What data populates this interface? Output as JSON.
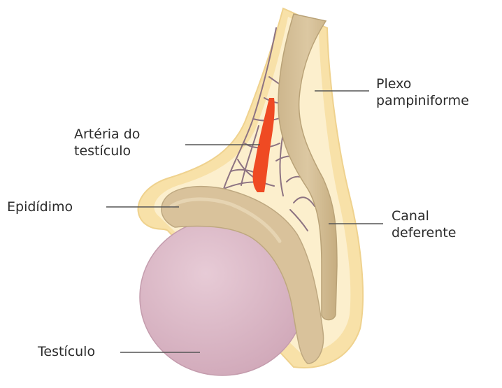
{
  "labels": {
    "plexo": [
      "Plexo",
      "pampiniforme"
    ],
    "arteria": [
      "Artéria do",
      "testículo"
    ],
    "epididimo": "Epidídimo",
    "canal": [
      "Canal",
      "deferente"
    ],
    "testiculo": "Testículo"
  },
  "colors": {
    "sheath_outer": "#f8e4b0",
    "sheath_inner": "#fbefcf",
    "cord": "#d8c39c",
    "cord_edge": "#bba57d",
    "artery": "#ef4a23",
    "veins": "#8a6f7e",
    "testis": "#dcb8c6",
    "testis_edge": "#c79fb0",
    "leader": "#555555"
  }
}
